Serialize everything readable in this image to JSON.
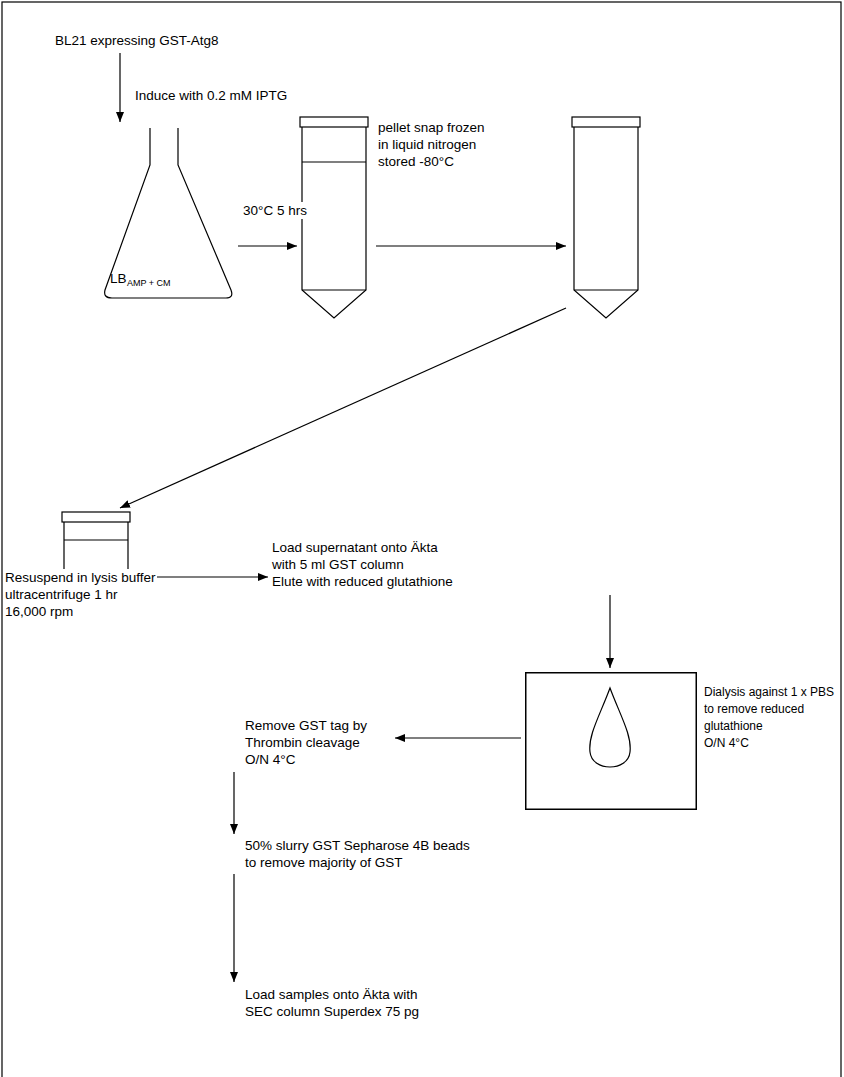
{
  "diagram": {
    "nodes": [
      {
        "text": [
          "LB",
          "AMP + CM"
        ]
      },
      {
        "text": [
          "Dialysis against 1 x PBS to remove reduced glutathione",
          "O/N 4°C"
        ]
      }
    ],
    "labels": [
      "BL21 expressing GST-Atg8",
      "Induce with 0.2 mM IPTG",
      "30°C 5 hrs",
      "pellet snap frozen in liquid nitrogen stored -80°C",
      "Resuspend in lysis buffer ultracentrifuge 1 hr 16,000 rpm",
      "Load supernatant onto Äkta with 5 ml GST column",
      "Elute with reduced glutathione",
      "Remove GST tag by Thrombin cleavage O/N 4°C",
      "50% slurry GST Sepharose 4B beads to remove majority of GST",
      "Load samples onto Äkta with SEC column Superdex 75 pg"
    ]
  }
}
